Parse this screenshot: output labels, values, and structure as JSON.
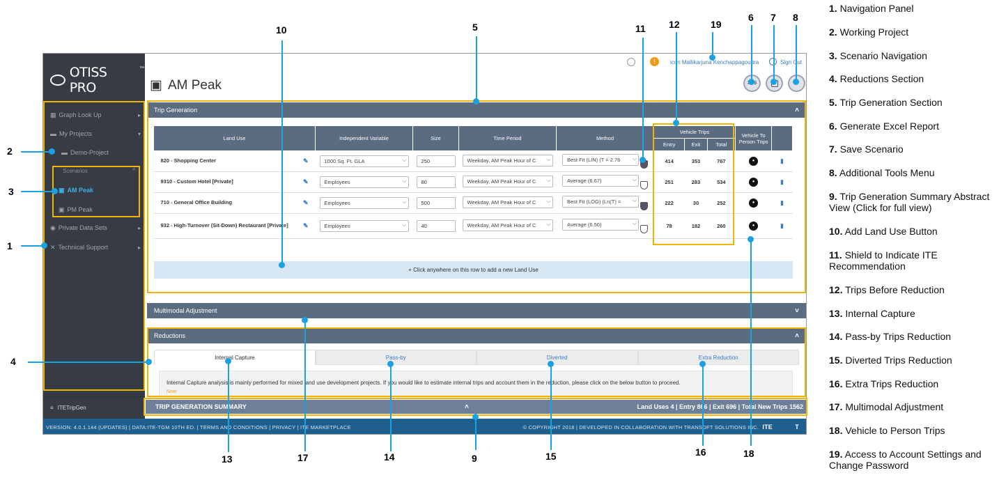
{
  "app": {
    "logo_text": "OTISS PRO",
    "logo_mark": "™",
    "page_title": "AM Peak",
    "topbar": {
      "user_label": "icon Mallikarjuna Kenchappagoudra",
      "signout": "Sign Out"
    },
    "buttons": {
      "xls": "XLS",
      "save": "",
      "more": "•••"
    },
    "sidebar": {
      "items": [
        {
          "label": "Graph Look Up"
        },
        {
          "label": "My Projects"
        },
        {
          "label": "Demo-Project"
        },
        {
          "label": "Scenarios"
        },
        {
          "label": "AM Peak"
        },
        {
          "label": "PM Peak"
        },
        {
          "label": "Private Data Sets"
        },
        {
          "label": "Technical Support"
        }
      ],
      "brand": "ITETripGen"
    },
    "trip_generation": {
      "title": "Trip Generation",
      "headers": {
        "land_use": "Land Use",
        "indep_var": "Independent Variable",
        "size": "Size",
        "time_period": "Time Period",
        "method": "Method",
        "vehicle_trips": "Vehicle Trips",
        "entry": "Entry",
        "exit": "Exit",
        "total": "Total",
        "v2p": "Vehicle To Person Trips"
      },
      "rows": [
        {
          "land_use": "820 - Shopping Center",
          "var": "1000 Sq. Ft. GLA",
          "size": "250",
          "period": "Weekday, AM Peak Hour of C",
          "method": "Best Fit (LIN) (T = 2.76",
          "entry": "414",
          "exit": "353",
          "total": "767"
        },
        {
          "land_use": "9310 - Custom Hotel [Private]",
          "var": "Employees",
          "size": "80",
          "period": "Weekday, AM Peak Hour of C",
          "method": "Average (6.67)",
          "entry": "251",
          "exit": "283",
          "total": "534"
        },
        {
          "land_use": "710 - General Office Building",
          "var": "Employees",
          "size": "500",
          "period": "Weekday, AM Peak Hour of C",
          "method": "Best Fit (LOG) (Ln(T) =",
          "entry": "222",
          "exit": "30",
          "total": "252"
        },
        {
          "land_use": "932 - High-Turnover (Sit-Down) Restaurant [Private]",
          "var": "Employees",
          "size": "40",
          "period": "Weekday, AM Peak Hour of C",
          "method": "Average (6.50)",
          "entry": "78",
          "exit": "182",
          "total": "260"
        }
      ],
      "add_row": "+ Click anywhere on this row to add a new Land Use"
    },
    "multimodal": {
      "title": "Multimodal Adjustment"
    },
    "reductions": {
      "title": "Reductions",
      "tabs": [
        "Internal Capture",
        "Pass-by",
        "Diverted",
        "Extra Reduction"
      ],
      "body": "Internal Capture analysis is mainly performed for mixed land use development projects. If you would like to estimate internal trips and account them in the reduction, please click on the below button to proceed.",
      "note": "Note"
    },
    "summary": {
      "title": "TRIP GENERATION SUMMARY",
      "stats": "Land Uses  4  |  Entry  866  |  Exit  696  |  Total New Trips  1562"
    },
    "footer": {
      "left": "VERSION: 4.0.1.144 (UPDATES)  | DATA:ITE-TGM 10TH ED.   | TERMS AND CONDITIONS   | PRIVACY   |  ITE MARKETPLACE",
      "right": "© COPYRIGHT 2018 | DEVELOPED IN COLLABORATION WITH TRANSOFT SOLUTIONS INC.",
      "logo1": "ITE",
      "logo2": "T"
    }
  },
  "callouts": [
    "1",
    "2",
    "3",
    "4",
    "5",
    "6",
    "7",
    "8",
    "9",
    "10",
    "11",
    "12",
    "13",
    "14",
    "15",
    "16",
    "17",
    "18",
    "19"
  ],
  "legend": [
    {
      "num": "1.",
      "text": "Navigation Panel"
    },
    {
      "num": "2.",
      "text": "Working Project"
    },
    {
      "num": "3.",
      "text": "Scenario Navigation"
    },
    {
      "num": "4.",
      "text": "Reductions Section"
    },
    {
      "num": "5.",
      "text": "Trip Generation Section"
    },
    {
      "num": "6.",
      "text": "Generate Excel Report"
    },
    {
      "num": "7.",
      "text": "Save Scenario"
    },
    {
      "num": "8.",
      "text": "Additional Tools Menu"
    },
    {
      "num": "9.",
      "text": "Trip Generation Summary Abstract View (Click for full view)"
    },
    {
      "num": "10.",
      "text": "Add Land Use Button"
    },
    {
      "num": "11.",
      "text": "Shield to Indicate ITE Recommendation"
    },
    {
      "num": "12.",
      "text": "Trips Before Reduction"
    },
    {
      "num": "13.",
      "text": "Internal Capture"
    },
    {
      "num": "14.",
      "text": "Pass-by Trips Reduction"
    },
    {
      "num": "15.",
      "text": "Diverted Trips Reduction"
    },
    {
      "num": "16.",
      "text": "Extra Trips Reduction"
    },
    {
      "num": "17.",
      "text": "Multimodal Adjustment"
    },
    {
      "num": "18.",
      "text": "Vehicle to Person Trips"
    },
    {
      "num": "19.",
      "text": "Access to Account Settings and Change Password"
    }
  ],
  "colors": {
    "accent": "#1ba1e2",
    "highlight": "#f0b400",
    "sidebar": "#373c44",
    "header": "#5b6b80"
  }
}
